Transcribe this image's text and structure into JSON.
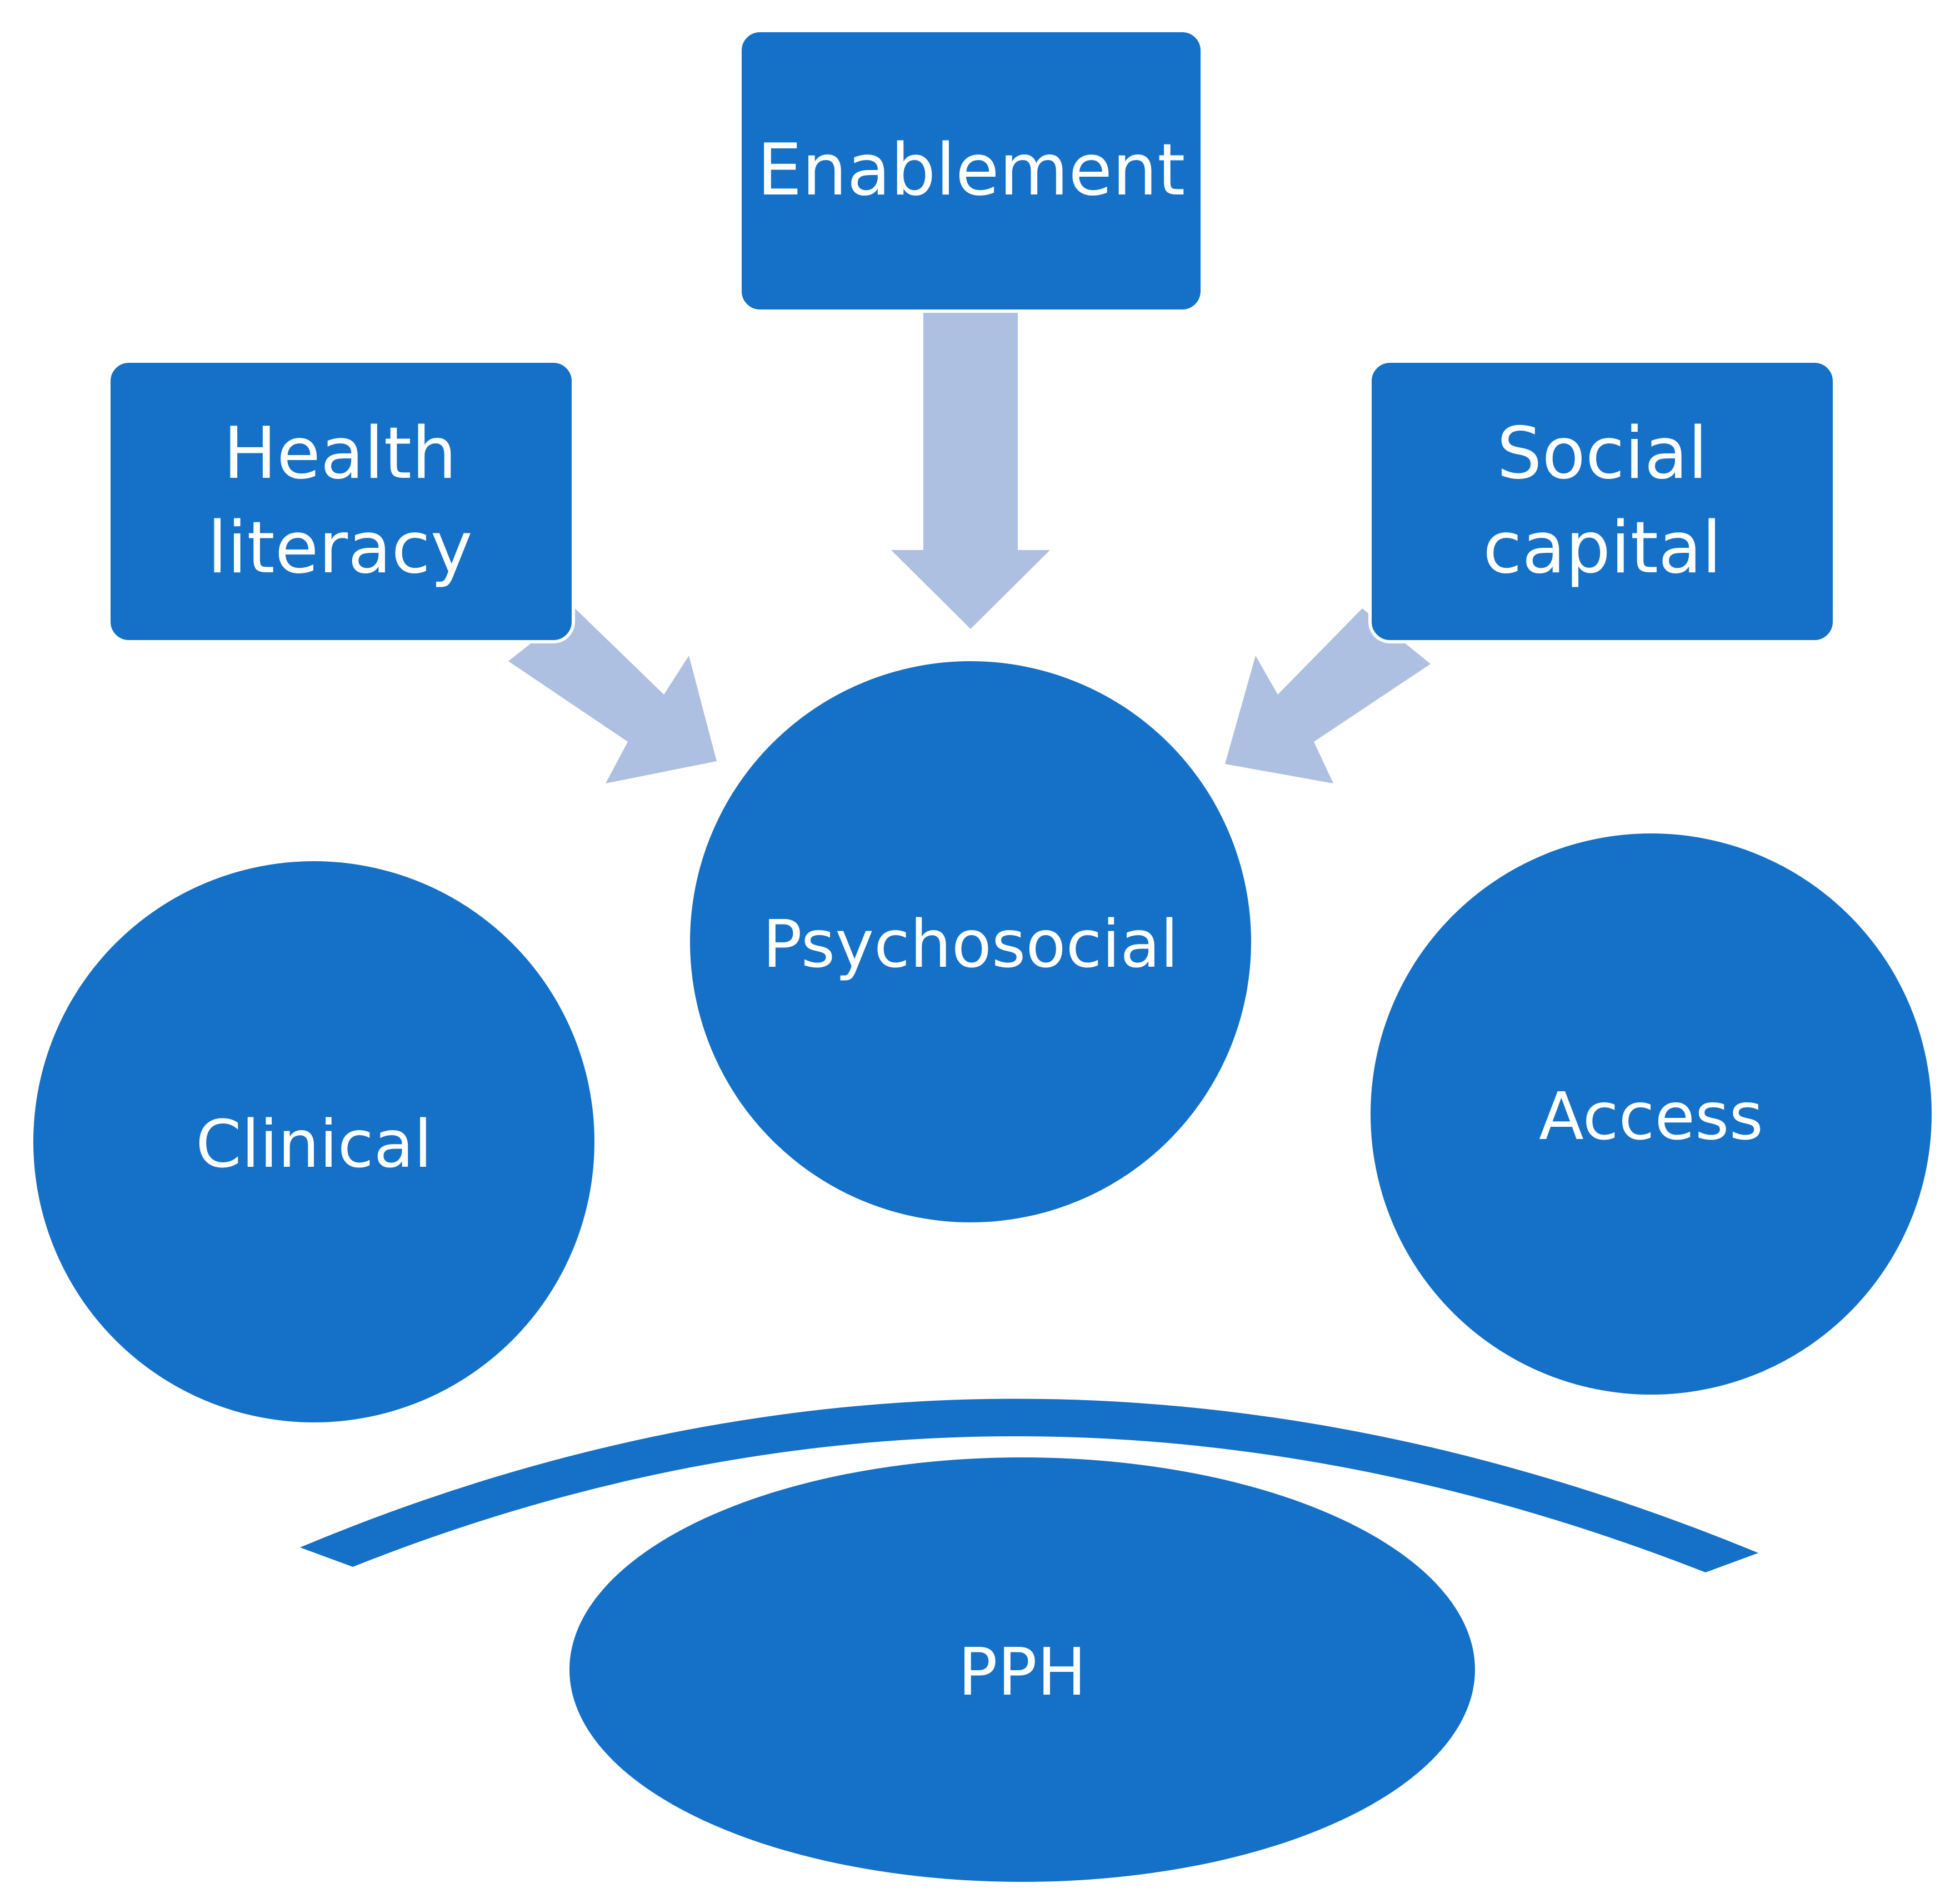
{
  "colors": {
    "node_fill": "#1570C7",
    "node_stroke": "#ffffff",
    "arrow_fill": "#AEC0E2",
    "text": "#ffffff",
    "background": "#ffffff"
  },
  "boxes": {
    "enablement": {
      "label": "Enablement"
    },
    "health_literacy": {
      "line1": "Health",
      "line2": "literacy"
    },
    "social_capital": {
      "line1": "Social",
      "line2": "capital"
    }
  },
  "circles": {
    "psychosocial": {
      "label": "Psychosocial"
    },
    "clinical": {
      "label": "Clinical"
    },
    "access": {
      "label": "Access"
    }
  },
  "ellipse": {
    "pph": {
      "label": "PPH"
    }
  }
}
